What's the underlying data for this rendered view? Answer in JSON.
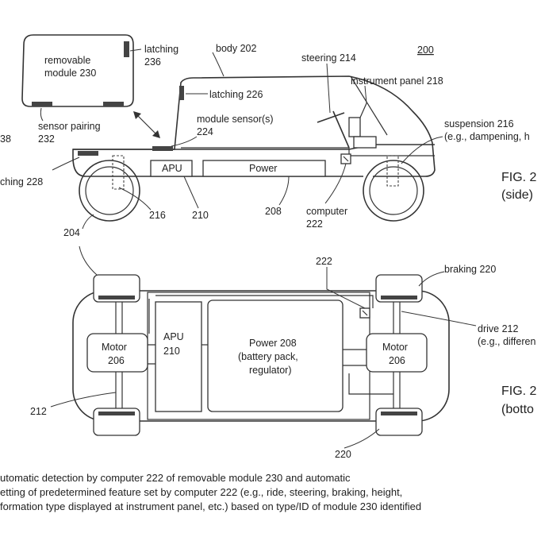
{
  "figure_number": "200",
  "side_view": {
    "body": "body 202",
    "steering": "steering 214",
    "instrument_panel": "instrument panel 218",
    "removable_module_line1": "removable",
    "removable_module_line2": "module 230",
    "latching_236_line1": "latching",
    "latching_236_line2": "236",
    "latching_226": "latching 226",
    "module_sensor_line1": "module sensor(s)",
    "module_sensor_line2": "224",
    "sensor_pairing_line1": "sensor pairing",
    "sensor_pairing_line2": "232",
    "ref_238_partial": "38",
    "latching_228_partial": "ching 228",
    "suspension_line1": "suspension 216",
    "suspension_line2": "(e.g., dampening, h",
    "apu": "APU",
    "power": "Power",
    "ref_216": "216",
    "ref_210": "210",
    "ref_208": "208",
    "computer_line1": "computer",
    "computer_line2": "222",
    "ref_204": "204",
    "fig_title_partial": "FIG. 2",
    "fig_sub_partial": "(side)"
  },
  "bottom_view": {
    "ref_222": "222",
    "braking": "braking 220",
    "apu_line1": "APU",
    "apu_line2": "210",
    "power_line1": "Power 208",
    "power_line2": "(battery pack,",
    "power_line3": "regulator)",
    "motor_left_line1": "Motor",
    "motor_left_line2": "206",
    "motor_right_line1": "Motor",
    "motor_right_line2": "206",
    "drive_line1": "drive 212",
    "drive_line2": "(e.g., differen",
    "ref_212": "212",
    "ref_220": "220",
    "fig_title_partial": "FIG. 2",
    "fig_sub_partial": "(botto"
  },
  "caption": {
    "line1": "utomatic detection by computer 222 of removable module 230 and automatic",
    "line2": "etting of predetermined feature set by computer 222 (e.g., ride, steering, braking, height,",
    "line3": "formation type displayed at instrument panel, etc.) based on type/ID of module 230 identified"
  }
}
